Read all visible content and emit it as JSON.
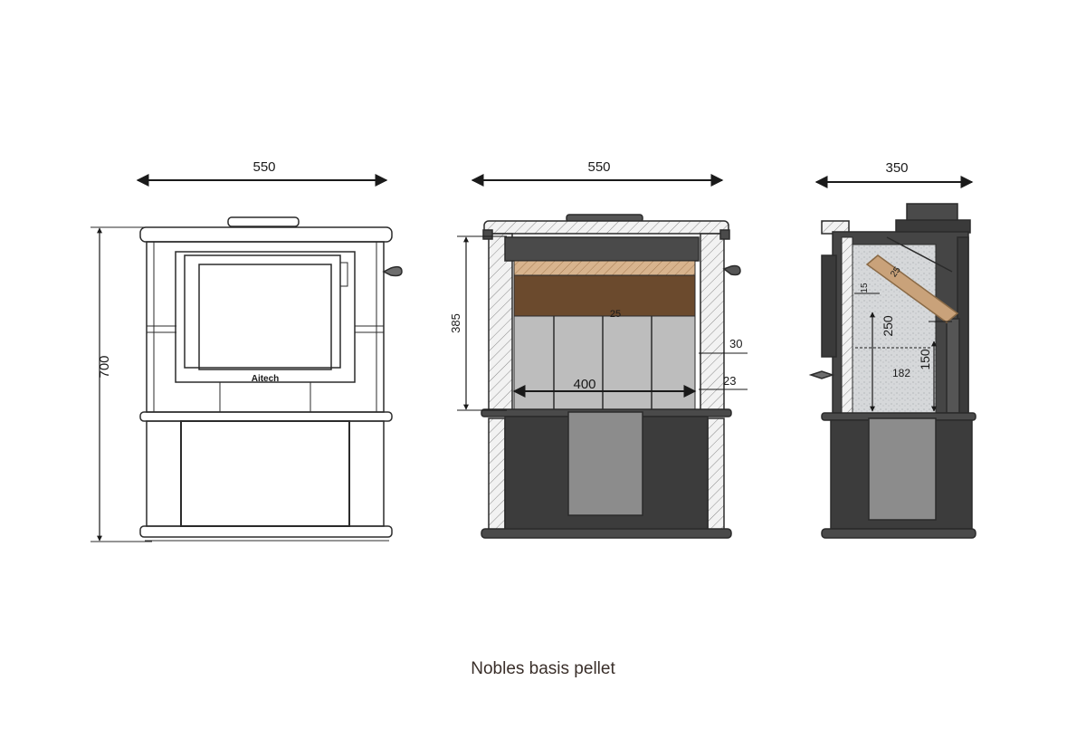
{
  "caption": "Nobles basis pellet",
  "front_view": {
    "width_label": "550",
    "height_label": "700",
    "brand_label": "Aitech"
  },
  "section_view": {
    "width_label": "550",
    "firebox_height_label": "385",
    "firebox_width_label": "400",
    "wall_label_upper": "30",
    "wall_label_lower": "23",
    "inner_label": "25"
  },
  "side_view": {
    "depth_label": "350",
    "label_250": "250",
    "label_150": "150",
    "label_182": "182",
    "label_15": "15",
    "label_25": "25"
  },
  "colors": {
    "line": "#2b2b2b",
    "hatch_wall": "#d9d9d9",
    "dark_body": "#3a3a3a",
    "panel_grey": "#bdbdbd",
    "firewood": "#6b4a2d",
    "wood_light": "#c9a27a",
    "caption_text": "#3a2f2a"
  }
}
